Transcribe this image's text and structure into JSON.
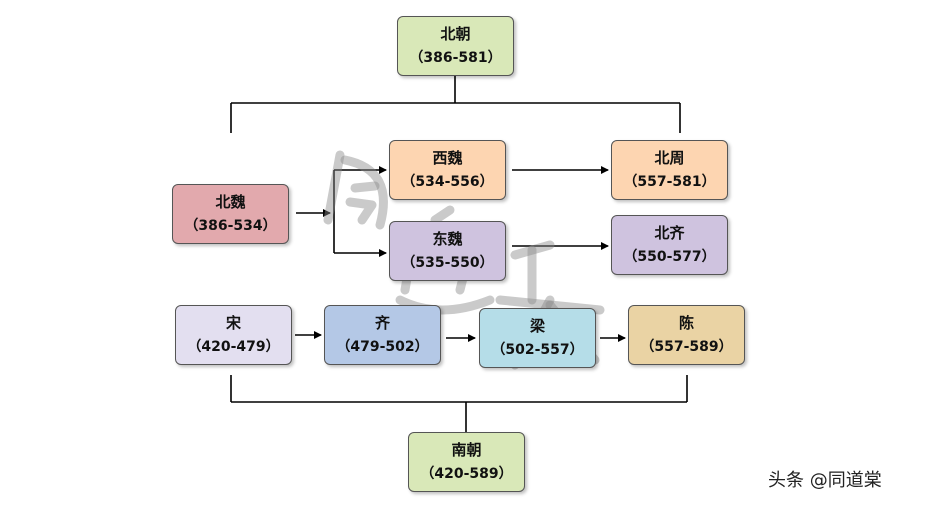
{
  "nodes": {
    "beichao": {
      "name": "北朝",
      "years": "（386-581）",
      "fill": "#d9e8b8"
    },
    "beiwei": {
      "name": "北魏",
      "years": "（386-534）",
      "fill": "#e2a9ad"
    },
    "xiwei": {
      "name": "西魏",
      "years": "（534-556）",
      "fill": "#fdd5b1"
    },
    "dongwei": {
      "name": "东魏",
      "years": "（535-550）",
      "fill": "#cfc3df"
    },
    "beizhou": {
      "name": "北周",
      "years": "（557-581）",
      "fill": "#fdd5b1"
    },
    "beiqi": {
      "name": "北齐",
      "years": "（550-577）",
      "fill": "#cfc3df"
    },
    "song": {
      "name": "宋",
      "years": "（420-479）",
      "fill": "#e3dff0"
    },
    "qi": {
      "name": "齐",
      "years": "（479-502）",
      "fill": "#b4c8e6"
    },
    "liang": {
      "name": "梁",
      "years": "（502-557）",
      "fill": "#b5dde8"
    },
    "chen": {
      "name": "陈",
      "years": "（557-589）",
      "fill": "#ead3a4"
    },
    "nanchao": {
      "name": "南朝",
      "years": "（420-589）",
      "fill": "#d9e8b8"
    }
  },
  "source_label": "头条 @同道棠"
}
